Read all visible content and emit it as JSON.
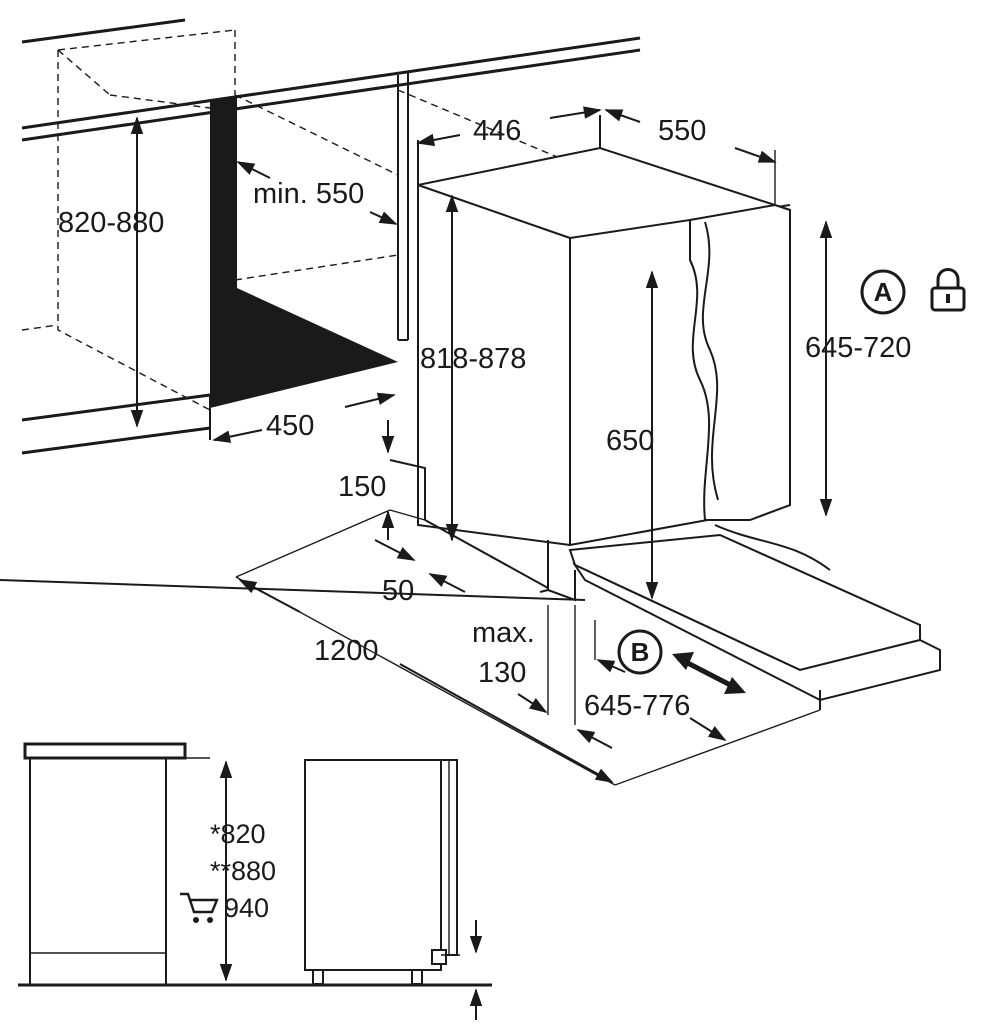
{
  "dimensions": {
    "cabinet_height": "820-880",
    "min_depth": "min. 550",
    "niche_width": "450",
    "appliance_width": "446",
    "appliance_depth": "550",
    "appliance_height": "818-878",
    "door_panel_height": "645-720",
    "door_height": "650",
    "plinth_height": "150",
    "plinth_depth": "50",
    "total_depth": "1200",
    "max_label": "max.",
    "max_value": "130",
    "door_travel": "645-776"
  },
  "badges": {
    "a": "A",
    "b": "B"
  },
  "side_view": {
    "height_1": "*820",
    "height_2": "**880",
    "height_3": "940"
  },
  "icons": {
    "lock": "padlock-icon",
    "cart": "shopping-cart-icon"
  }
}
